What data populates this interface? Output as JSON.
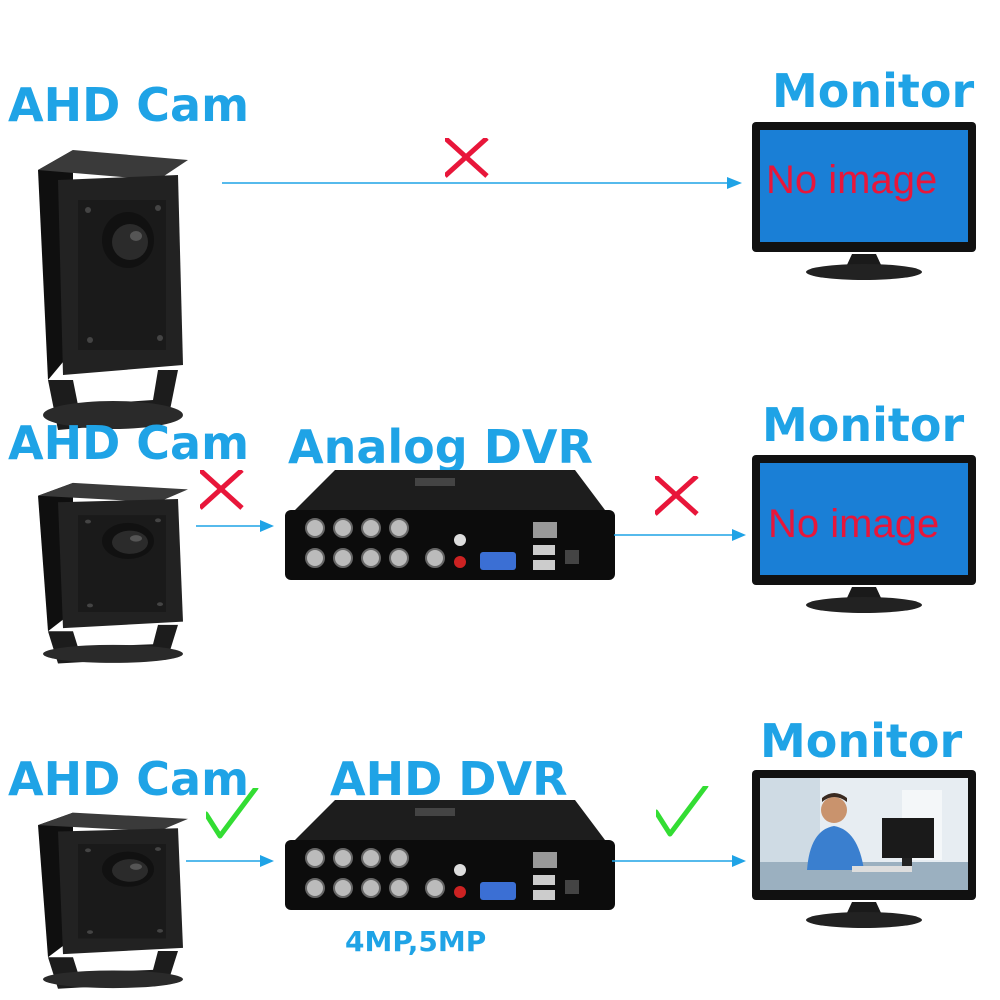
{
  "rows": [
    {
      "camera_label": "AHD Cam",
      "dvr_label": "",
      "monitor_label": "Monitor",
      "monitor_screen_text": "No image",
      "link_cam_to_next": "cross",
      "link_dvr_to_monitor": ""
    },
    {
      "camera_label": "AHD Cam",
      "dvr_label": "Analog DVR",
      "monitor_label": "Monitor",
      "monitor_screen_text": "No image",
      "link_cam_to_next": "cross",
      "link_dvr_to_monitor": "cross"
    },
    {
      "camera_label": "AHD Cam",
      "dvr_label": "AHD DVR",
      "dvr_note": "4MP,5MP",
      "monitor_label": "Monitor",
      "monitor_screen_text": "",
      "link_cam_to_next": "check",
      "link_dvr_to_monitor": "check"
    }
  ],
  "colors": {
    "label": "#1fa3e6",
    "arrow": "#1fa3e6",
    "cross": "#e8163a",
    "check": "#33dd33",
    "screen": "#1a7fd6"
  },
  "icons": [
    "camera-icon",
    "dvr-icon",
    "monitor-icon",
    "cross-icon",
    "check-icon",
    "arrow-icon"
  ]
}
